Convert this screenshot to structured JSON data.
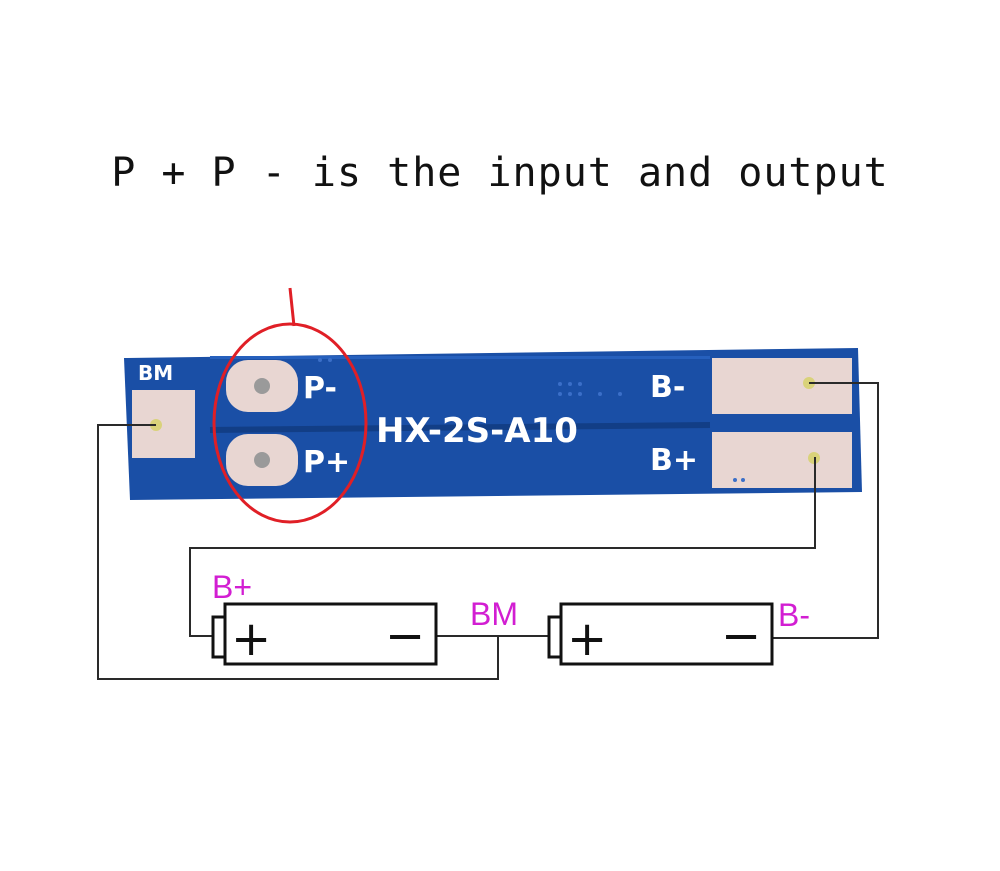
{
  "caption": "P + P - is the input and output",
  "board": {
    "model": "HX-2S-A10",
    "labels": {
      "bm": "BM",
      "p_minus": "P-",
      "p_plus": "P+",
      "b_minus": "B-",
      "b_plus": "B+"
    },
    "pcb_color": "#1a4fa6",
    "pad_color": "#e8d6d2"
  },
  "wiring": {
    "labels": {
      "b_plus": "B+",
      "bm": "BM",
      "b_minus": "B-"
    },
    "label_color": "#d21ed2",
    "highlight_color": "#e01f26"
  },
  "batteries": [
    {
      "positive": "+",
      "negative": "−"
    },
    {
      "positive": "+",
      "negative": "−"
    }
  ]
}
